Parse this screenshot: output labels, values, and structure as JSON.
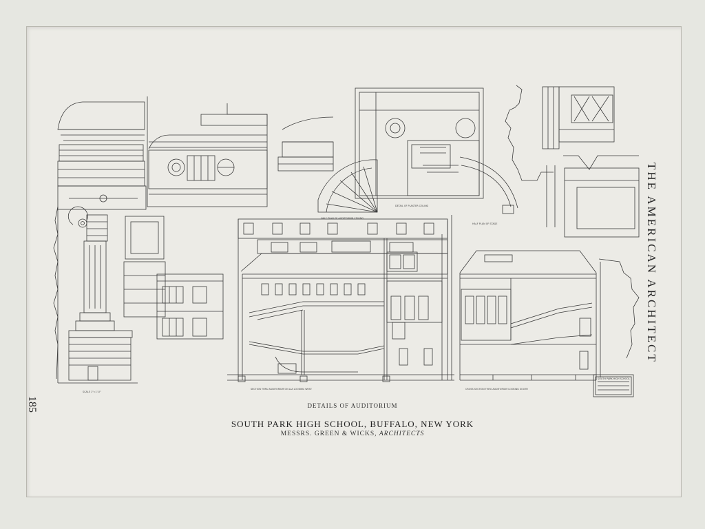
{
  "publication": {
    "title": "THE AMERICAN ARCHITECT",
    "page_number": "185"
  },
  "caption": {
    "heading": "DETAILS OF AUDITORIUM",
    "title": "SOUTH PARK HIGH SCHOOL, BUFFALO, NEW YORK",
    "credit_prefix": "MESSRS. GREEN & WICKS,",
    "credit_role": "ARCHITECTS"
  },
  "drawing_labels": {
    "section_west": "SECTION THRU AUDITORIUM ON A-A LOOKING WEST",
    "section_south": "CROSS SECTION THRU AUDITORIUM LOOKING SOUTH",
    "plan_plaster": "DETAIL OF PLASTER CEILING",
    "half_plan": "HALF PLAN OF AUDITORIUM CEILING",
    "half_plan_stage": "HALF PLAN OF STAGE",
    "scale": "SCALE 1\"=1'-0\"",
    "title_block": "SOUTH PARK HIGH SCHOOL"
  },
  "colors": {
    "ink": "#3a3a3a",
    "paper": "#ecebe6",
    "mat": "#e6e7e1"
  }
}
